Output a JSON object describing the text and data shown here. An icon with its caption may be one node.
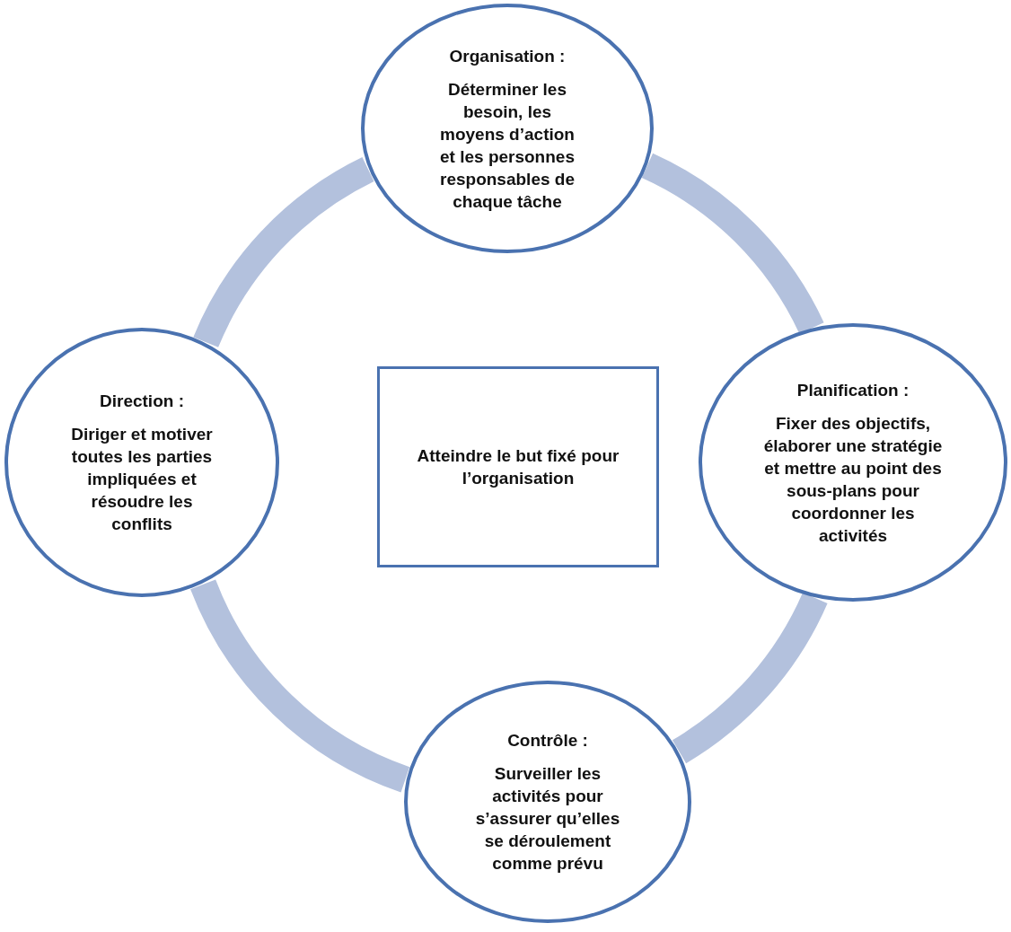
{
  "diagram": {
    "nodes": [
      {
        "text": [
          "Organisation :",
          "Déterminer les besoin, les moyens d’action et les personnes responsables de chaque tâche"
        ]
      },
      {
        "text": [
          "Direction :",
          "Diriger et motiver toutes les parties impliquées et résoudre les conflits"
        ]
      },
      {
        "text": [
          "Atteindre le but fixé pour l’organisation"
        ]
      },
      {
        "text": [
          "Planification :",
          "Fixer des objectifs, élaborer une stratégie et mettre au point des sous-plans pour coordonner les activités"
        ]
      },
      {
        "text": [
          "Contrôle :",
          "Surveiller les activités pour s’assurer qu’elles se déroulement comme prévu"
        ]
      }
    ],
    "edges": [
      {
        "from": 0,
        "to": 3,
        "arrow": "none"
      },
      {
        "from": 3,
        "to": 4,
        "arrow": "none"
      },
      {
        "from": 4,
        "to": 1,
        "arrow": "none"
      },
      {
        "from": 1,
        "to": 0,
        "arrow": "none"
      }
    ]
  }
}
